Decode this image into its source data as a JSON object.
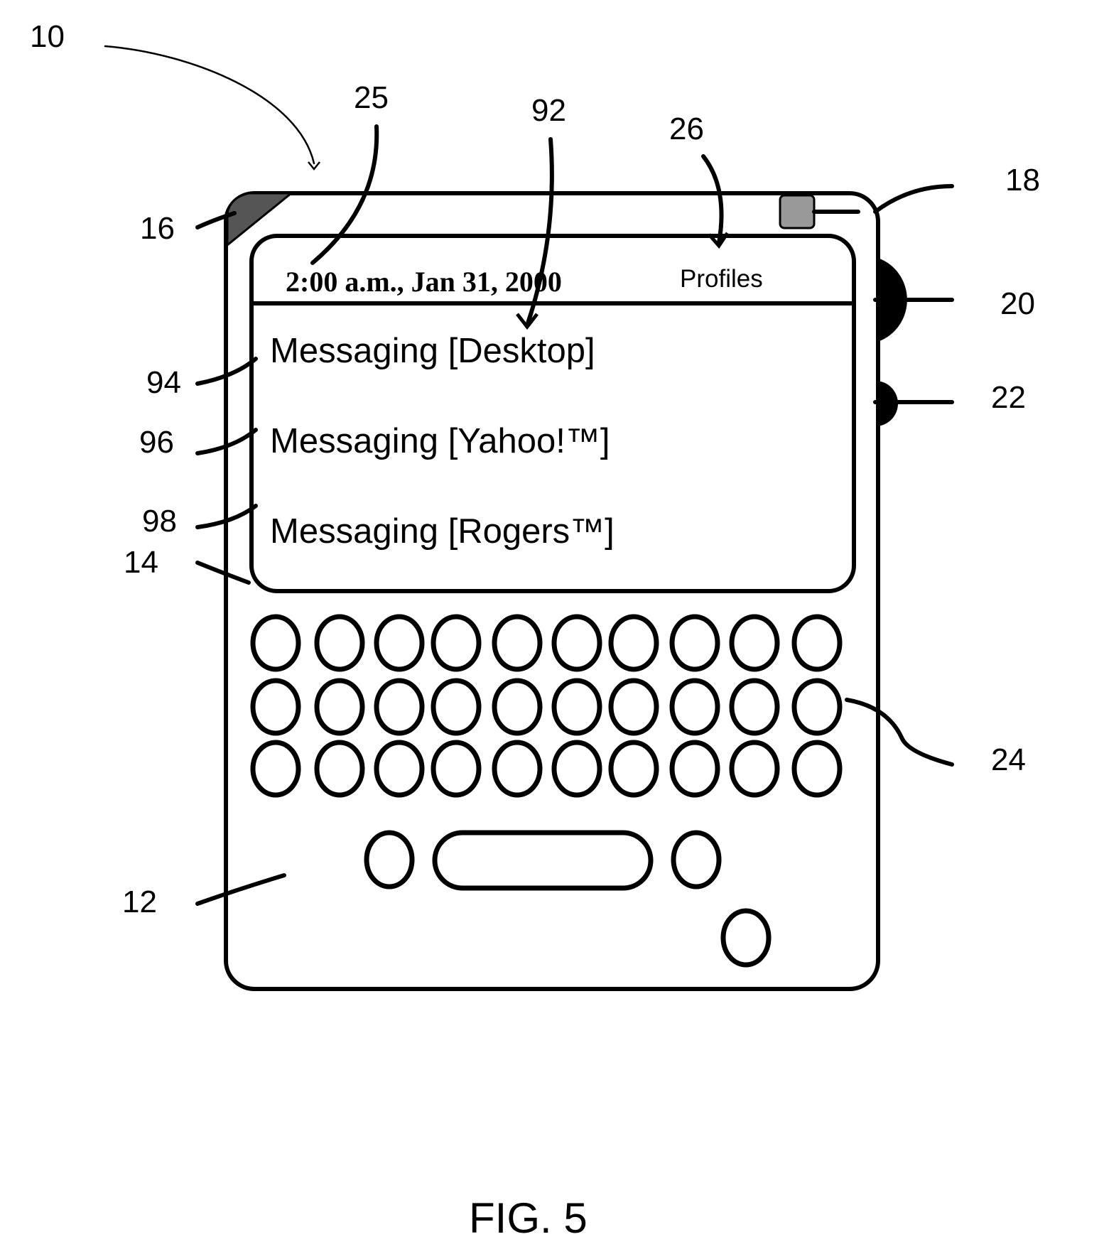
{
  "screen": {
    "clock": "2:00 a.m., Jan 31, 2000",
    "profiles": "Profiles",
    "menu_items": [
      "Messaging [Desktop]",
      "Messaging [Yahoo!™]",
      "Messaging [Rogers™]"
    ]
  },
  "refs": {
    "r10": "10",
    "r25": "25",
    "r92": "92",
    "r26": "26",
    "r18": "18",
    "r16": "16",
    "r20": "20",
    "r94": "94",
    "r22": "22",
    "r96": "96",
    "r98": "98",
    "r14": "14",
    "r24": "24",
    "r12": "12"
  },
  "caption": "FIG. 5"
}
